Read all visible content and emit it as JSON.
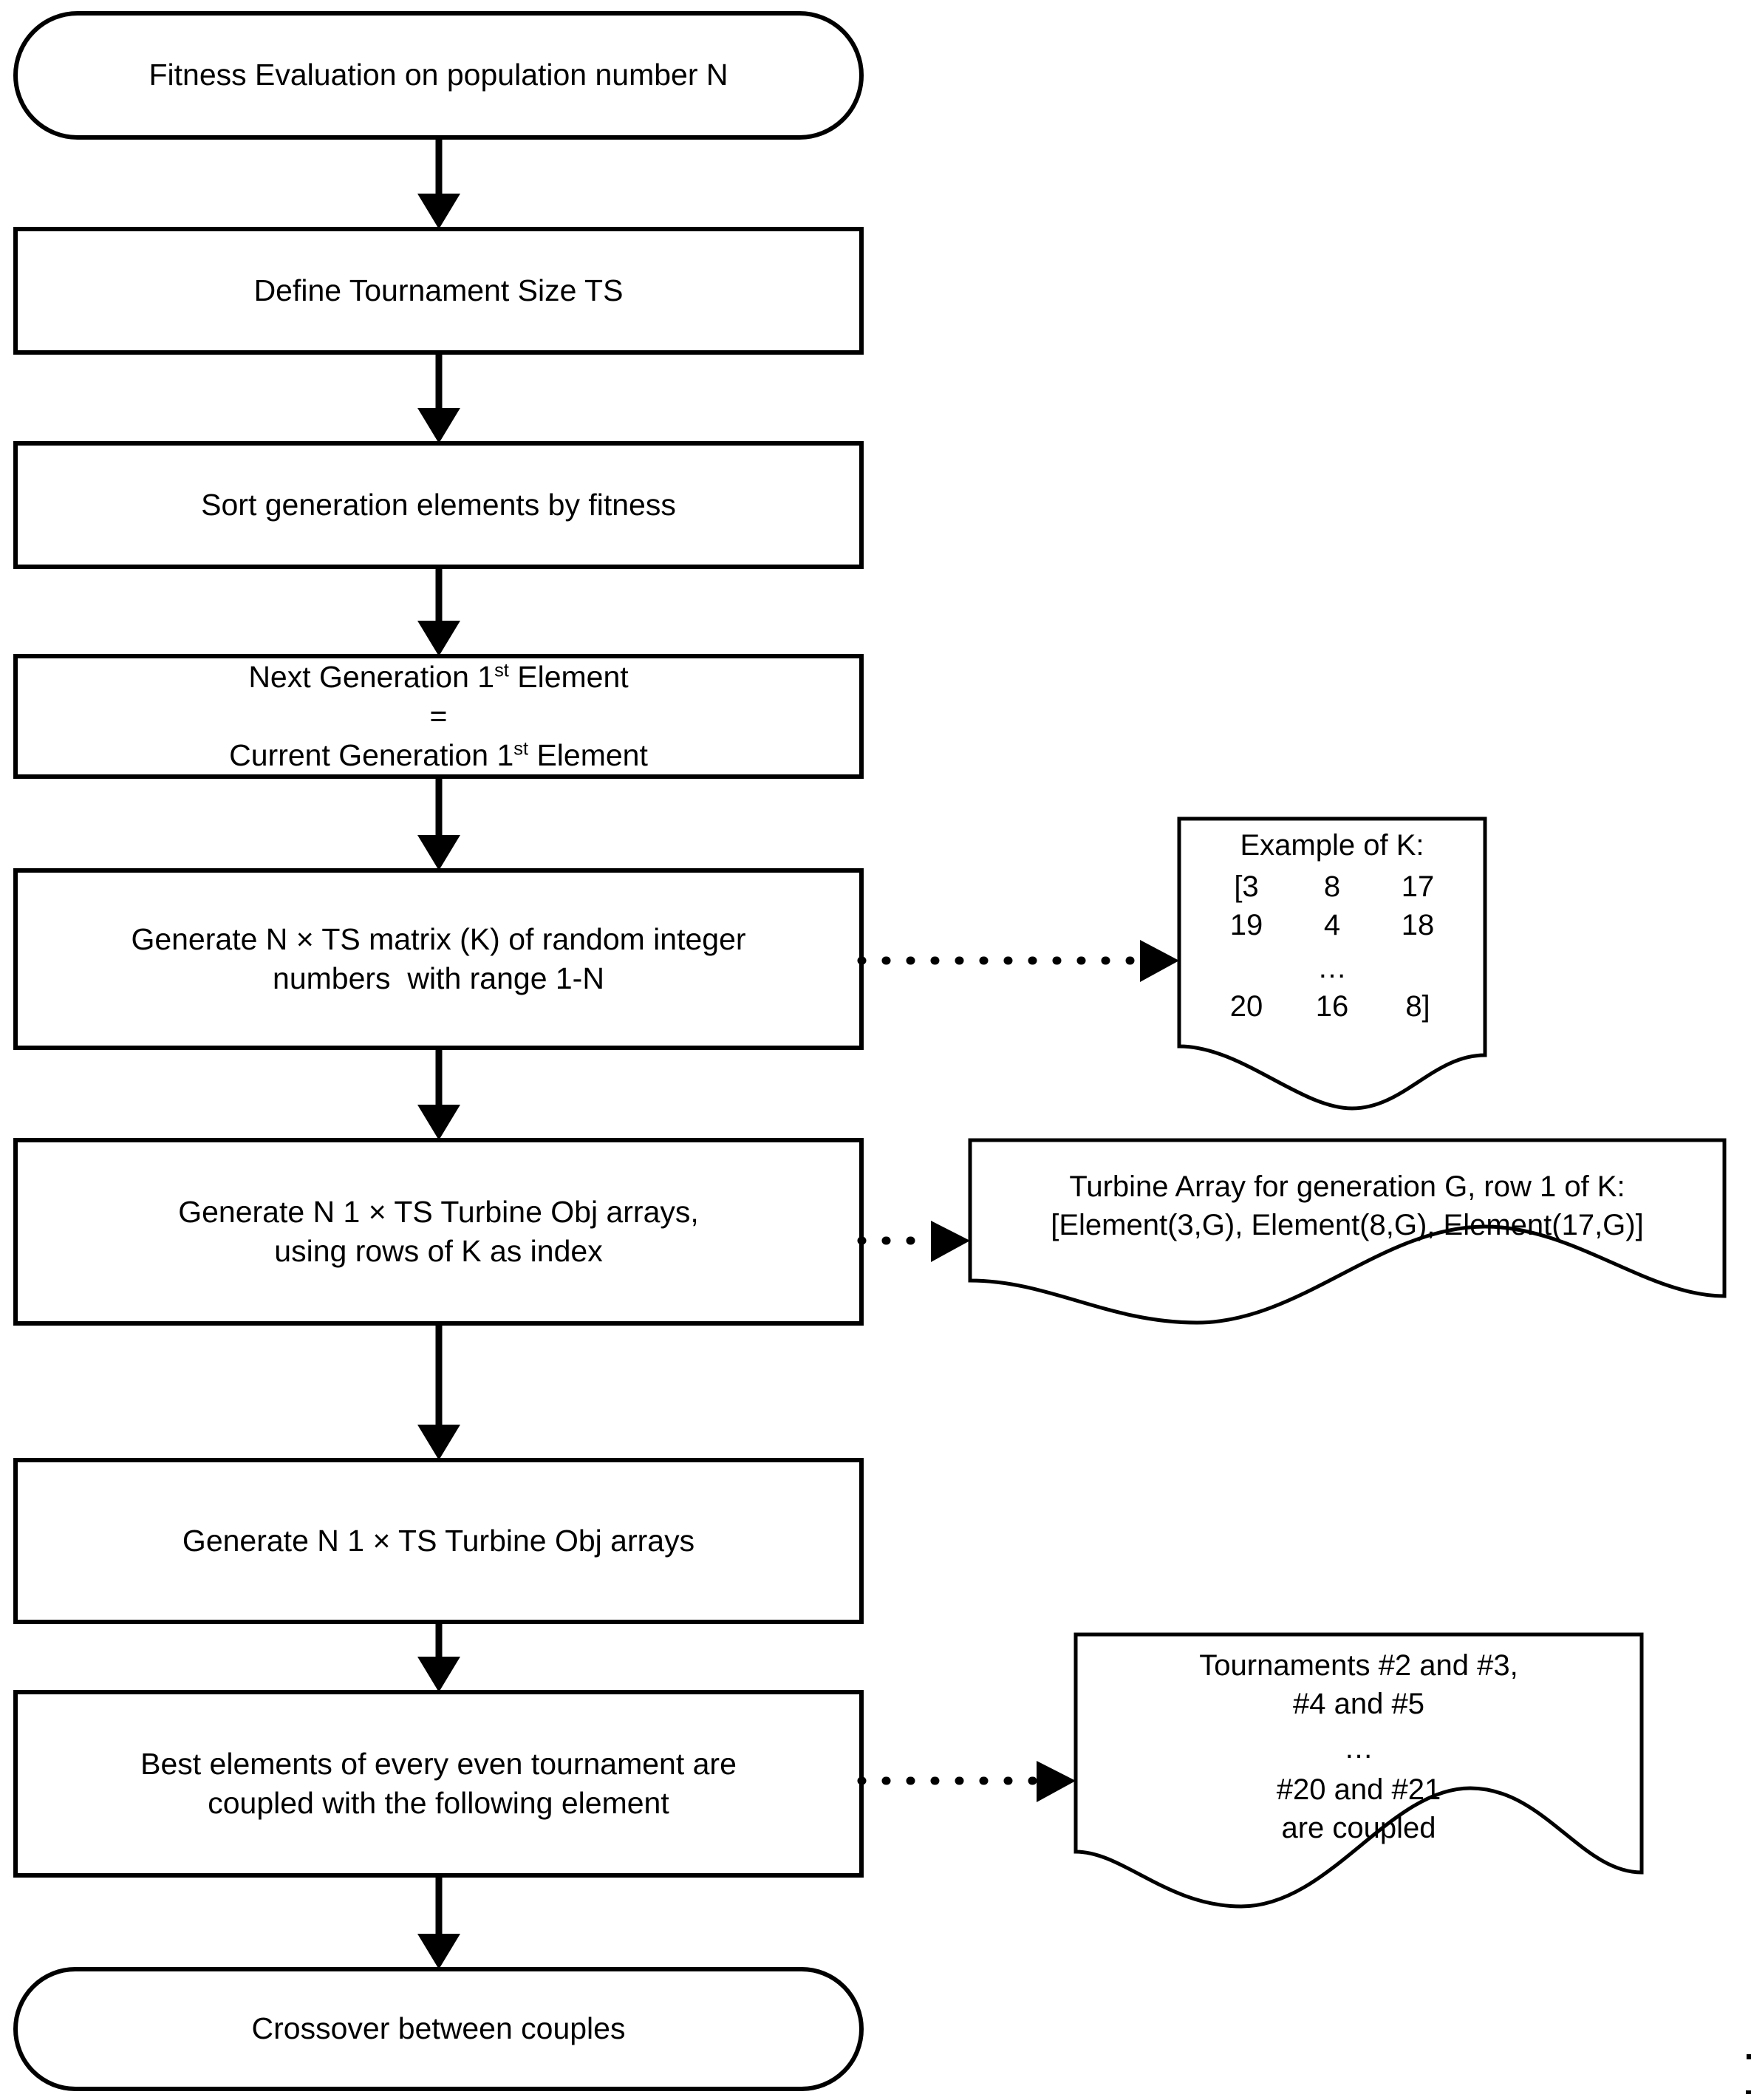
{
  "diagram": {
    "title": "Tournament selection flowchart",
    "stroke_color": "#000000",
    "fill_color": "#ffffff",
    "nodes": [
      {
        "id": "fitness-evaluation",
        "shape": "terminator",
        "text": "Fitness Evaluation on population number N"
      },
      {
        "id": "define-tournament-size",
        "shape": "process",
        "text": "Define Tournament Size TS"
      },
      {
        "id": "sort-generation",
        "shape": "process",
        "text": "Sort generation elements by fitness"
      },
      {
        "id": "elitism",
        "shape": "process",
        "line1_pre": "Next Generation 1",
        "line1_sup": "st",
        "line1_post": " Element",
        "line2": "=",
        "line3_pre": "Current Generation 1",
        "line3_sup": "st",
        "line3_post": " Element"
      },
      {
        "id": "generate-k-matrix",
        "shape": "process",
        "line1": "Generate N × TS matrix (K) of random integer",
        "line2": "numbers  with range 1-N"
      },
      {
        "id": "generate-turbine-arrays-indexed",
        "shape": "process",
        "line1": "Generate N 1 × TS Turbine Obj arrays,",
        "line2": "using rows of K as index"
      },
      {
        "id": "generate-turbine-arrays",
        "shape": "process",
        "text": "Generate N 1 × TS Turbine Obj arrays"
      },
      {
        "id": "couple-best-elements",
        "shape": "process",
        "line1": "Best elements of every even tournament are",
        "line2": "coupled with the following element"
      },
      {
        "id": "crossover",
        "shape": "terminator",
        "text": "Crossover between couples"
      }
    ],
    "notes": [
      {
        "id": "note-example-k",
        "shape": "document",
        "title": "Example of K:",
        "matrix_rows": [
          [
            "[3",
            "8",
            "17"
          ],
          [
            "19",
            "4",
            "18"
          ],
          [
            "",
            "…",
            ""
          ],
          [
            "20",
            "16",
            "8]"
          ]
        ]
      },
      {
        "id": "note-turbine-array",
        "shape": "document",
        "line1": "Turbine Array for generation G, row 1 of K:",
        "line2": "[Element(3,G), Element(8,G), Element(17,G)]"
      },
      {
        "id": "note-tournaments",
        "shape": "document",
        "line1": "Tournaments #2 and #3,",
        "line2": "#4 and #5",
        "line3": "…",
        "line4": "#20 and #21",
        "line5": "are coupled"
      }
    ],
    "connectors": [
      {
        "id": "arrow-fitness-to-define",
        "style": "solid",
        "direction": "down"
      },
      {
        "id": "arrow-define-to-sort",
        "style": "solid",
        "direction": "down"
      },
      {
        "id": "arrow-sort-to-elitism",
        "style": "solid",
        "direction": "down"
      },
      {
        "id": "arrow-elitism-to-k",
        "style": "solid",
        "direction": "down"
      },
      {
        "id": "arrow-k-to-indexed",
        "style": "solid",
        "direction": "down"
      },
      {
        "id": "arrow-indexed-to-arrays",
        "style": "solid",
        "direction": "down"
      },
      {
        "id": "arrow-arrays-to-couple",
        "style": "solid",
        "direction": "down"
      },
      {
        "id": "arrow-couple-to-crossover",
        "style": "solid",
        "direction": "down"
      },
      {
        "id": "arrow-k-to-note-example",
        "style": "dotted",
        "direction": "right"
      },
      {
        "id": "arrow-indexed-to-note-turbine",
        "style": "dotted",
        "direction": "right"
      },
      {
        "id": "arrow-couple-to-note-tournaments",
        "style": "dotted",
        "direction": "right"
      }
    ]
  }
}
